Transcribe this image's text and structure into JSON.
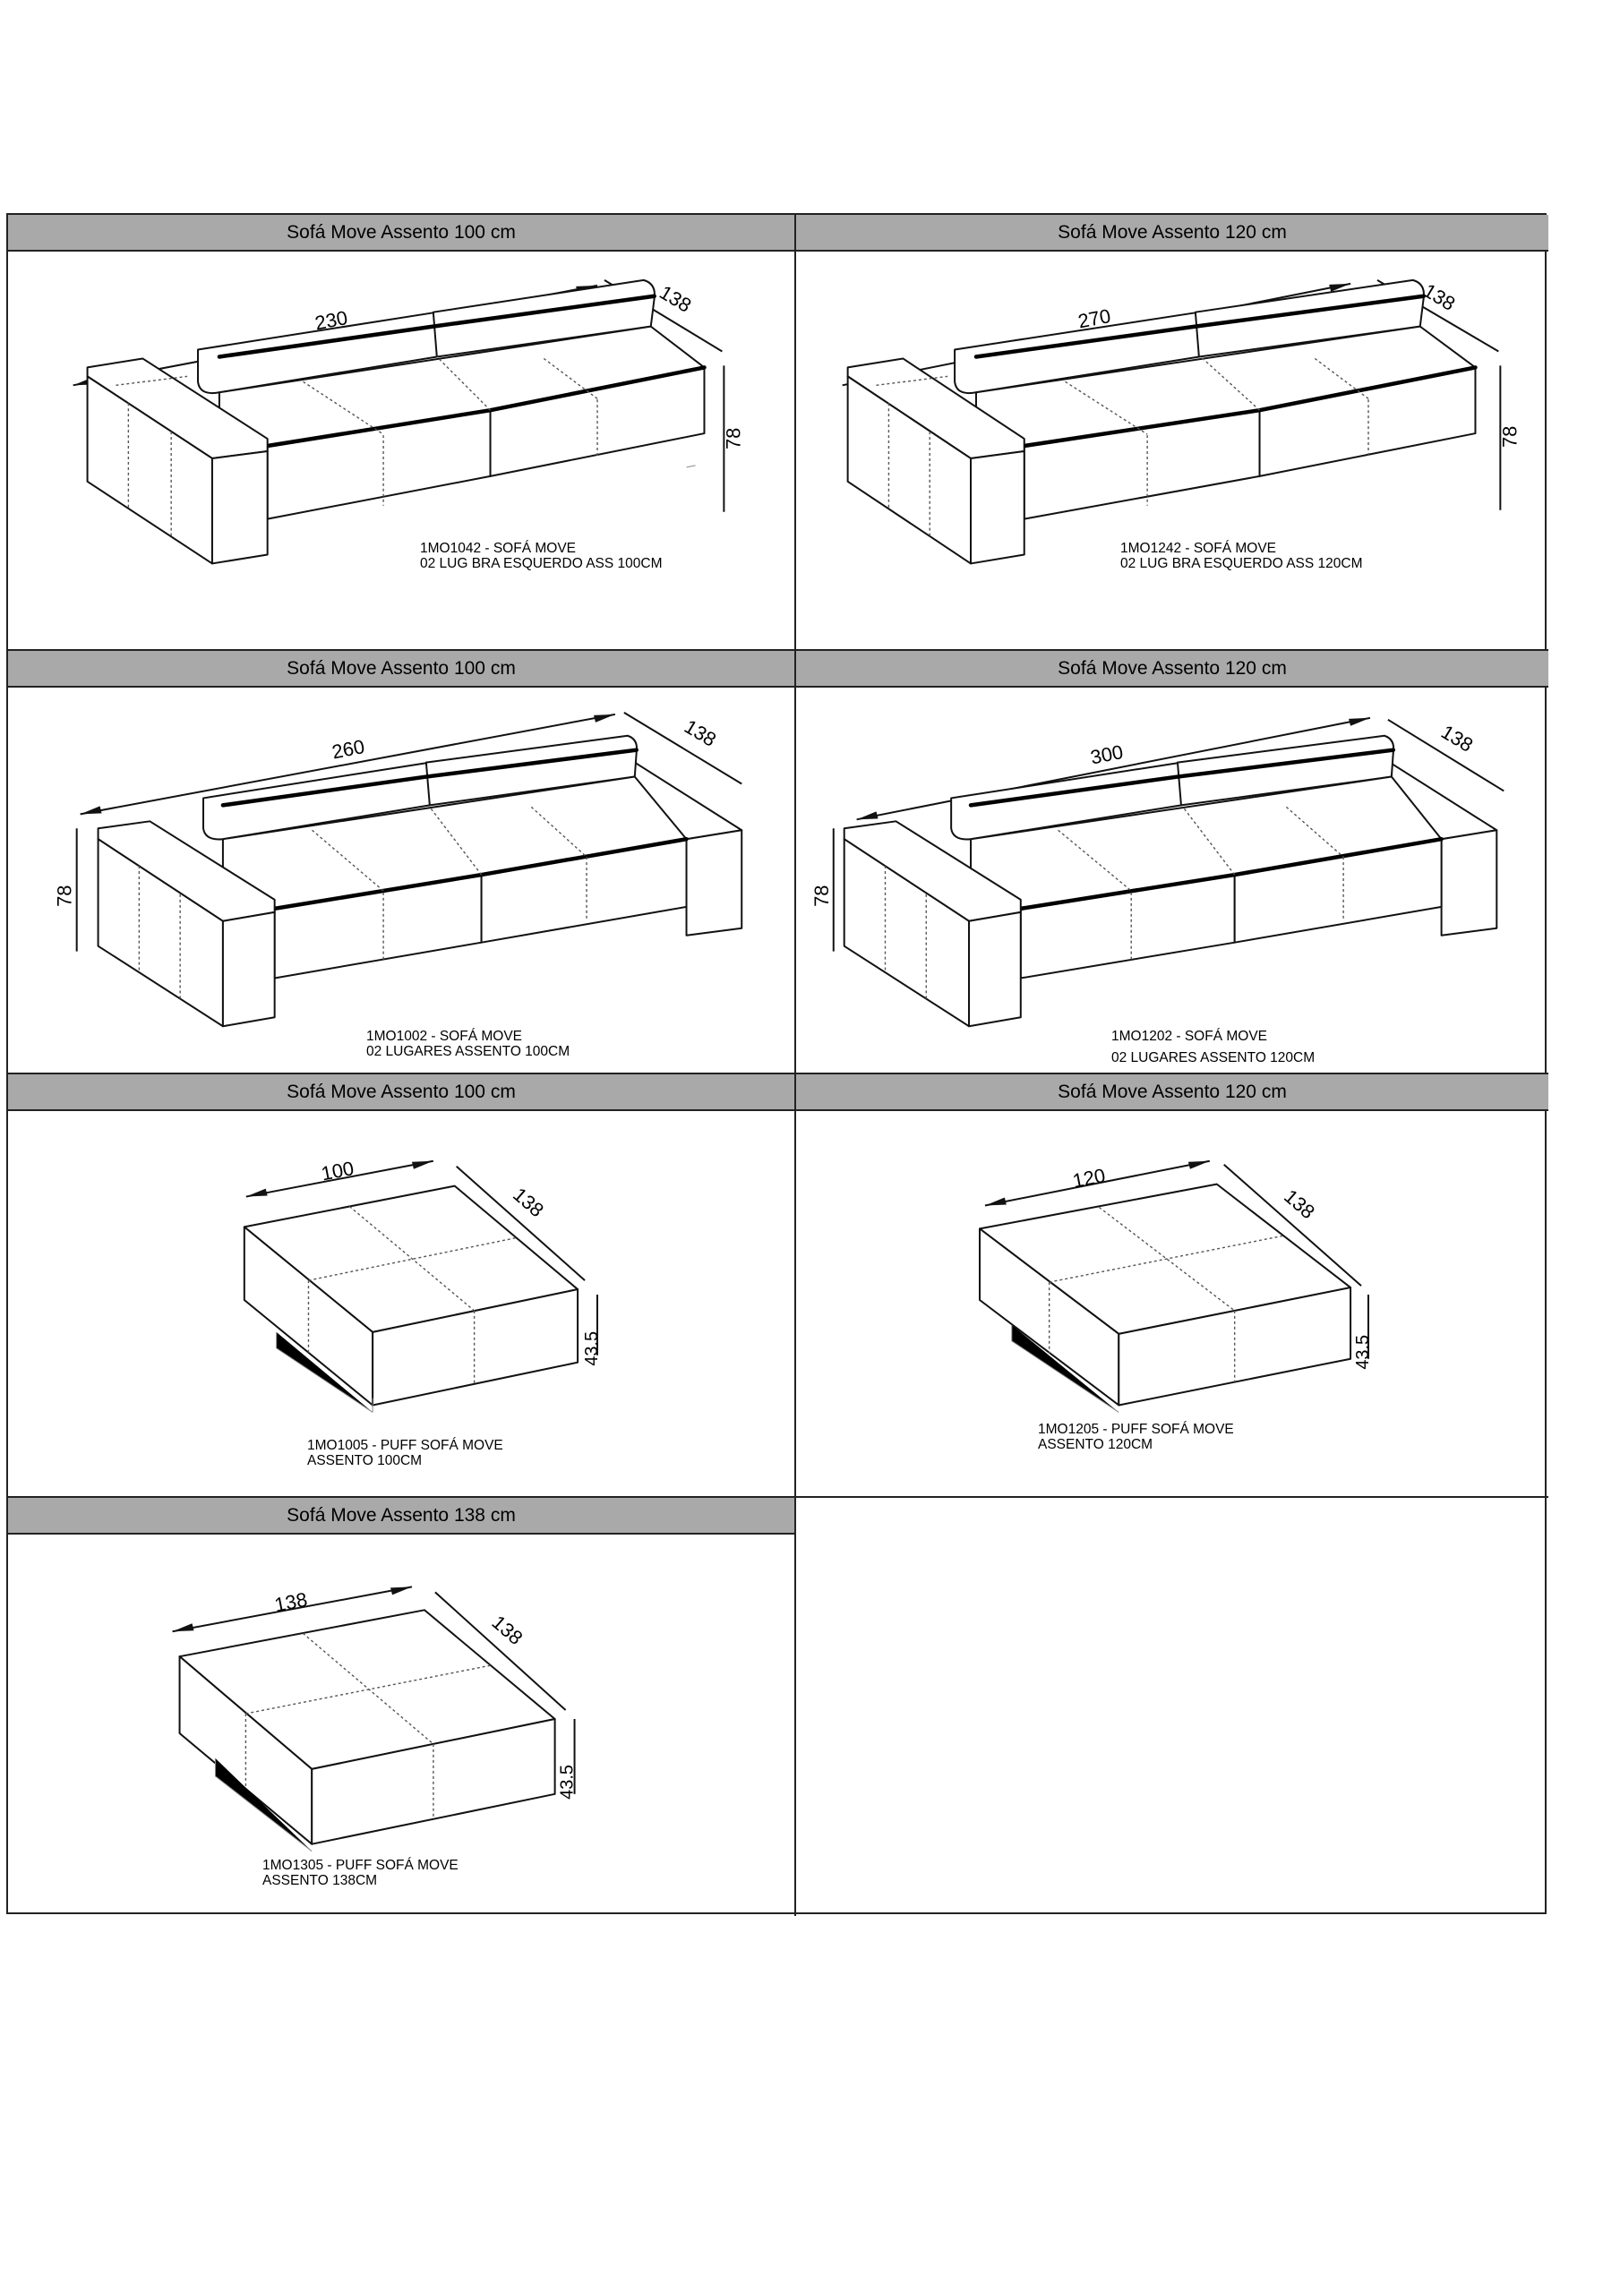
{
  "cells": [
    {
      "header": "Sofá Move Assento 100 cm",
      "code_line1": "1MO1042 - SOFÁ MOVE",
      "code_line2": "02 LUG BRA ESQUERDO ASS 100CM",
      "dims": {
        "width": "230",
        "depth": "138",
        "height": "78"
      }
    },
    {
      "header": "Sofá Move Assento 120 cm",
      "code_line1": "1MO1242 - SOFÁ MOVE",
      "code_line2": "02 LUG BRA ESQUERDO ASS 120CM",
      "dims": {
        "width": "270",
        "depth": "138",
        "height": "78"
      }
    },
    {
      "header": "Sofá Move Assento 100 cm",
      "code_line1": "1MO1002 - SOFÁ MOVE",
      "code_line2": "02 LUGARES ASSENTO 100CM",
      "dims": {
        "width": "260",
        "depth": "138",
        "height": "78"
      }
    },
    {
      "header": "Sofá Move Assento 120 cm",
      "code_line1": "1MO1202 - SOFÁ MOVE",
      "code_line2": "02 LUGARES ASSENTO 120CM",
      "dims": {
        "width": "300",
        "depth": "138",
        "height": "78"
      }
    },
    {
      "header": "Sofá Move Assento 100 cm",
      "code_line1": "1MO1005 - PUFF SOFÁ MOVE",
      "code_line2": "ASSENTO 100CM",
      "dims": {
        "width": "100",
        "depth": "138",
        "height": "43.5"
      }
    },
    {
      "header": "Sofá Move Assento 120 cm",
      "code_line1": "1MO1205 - PUFF SOFÁ MOVE",
      "code_line2": "ASSENTO 120CM",
      "dims": {
        "width": "120",
        "depth": "138",
        "height": "43.5"
      }
    },
    {
      "header": "Sofá Move Assento 138 cm",
      "code_line1": "1MO1305 - PUFF SOFÁ MOVE",
      "code_line2": "ASSENTO 138CM",
      "dims": {
        "width": "138",
        "depth": "138",
        "height": "43.5"
      }
    }
  ]
}
